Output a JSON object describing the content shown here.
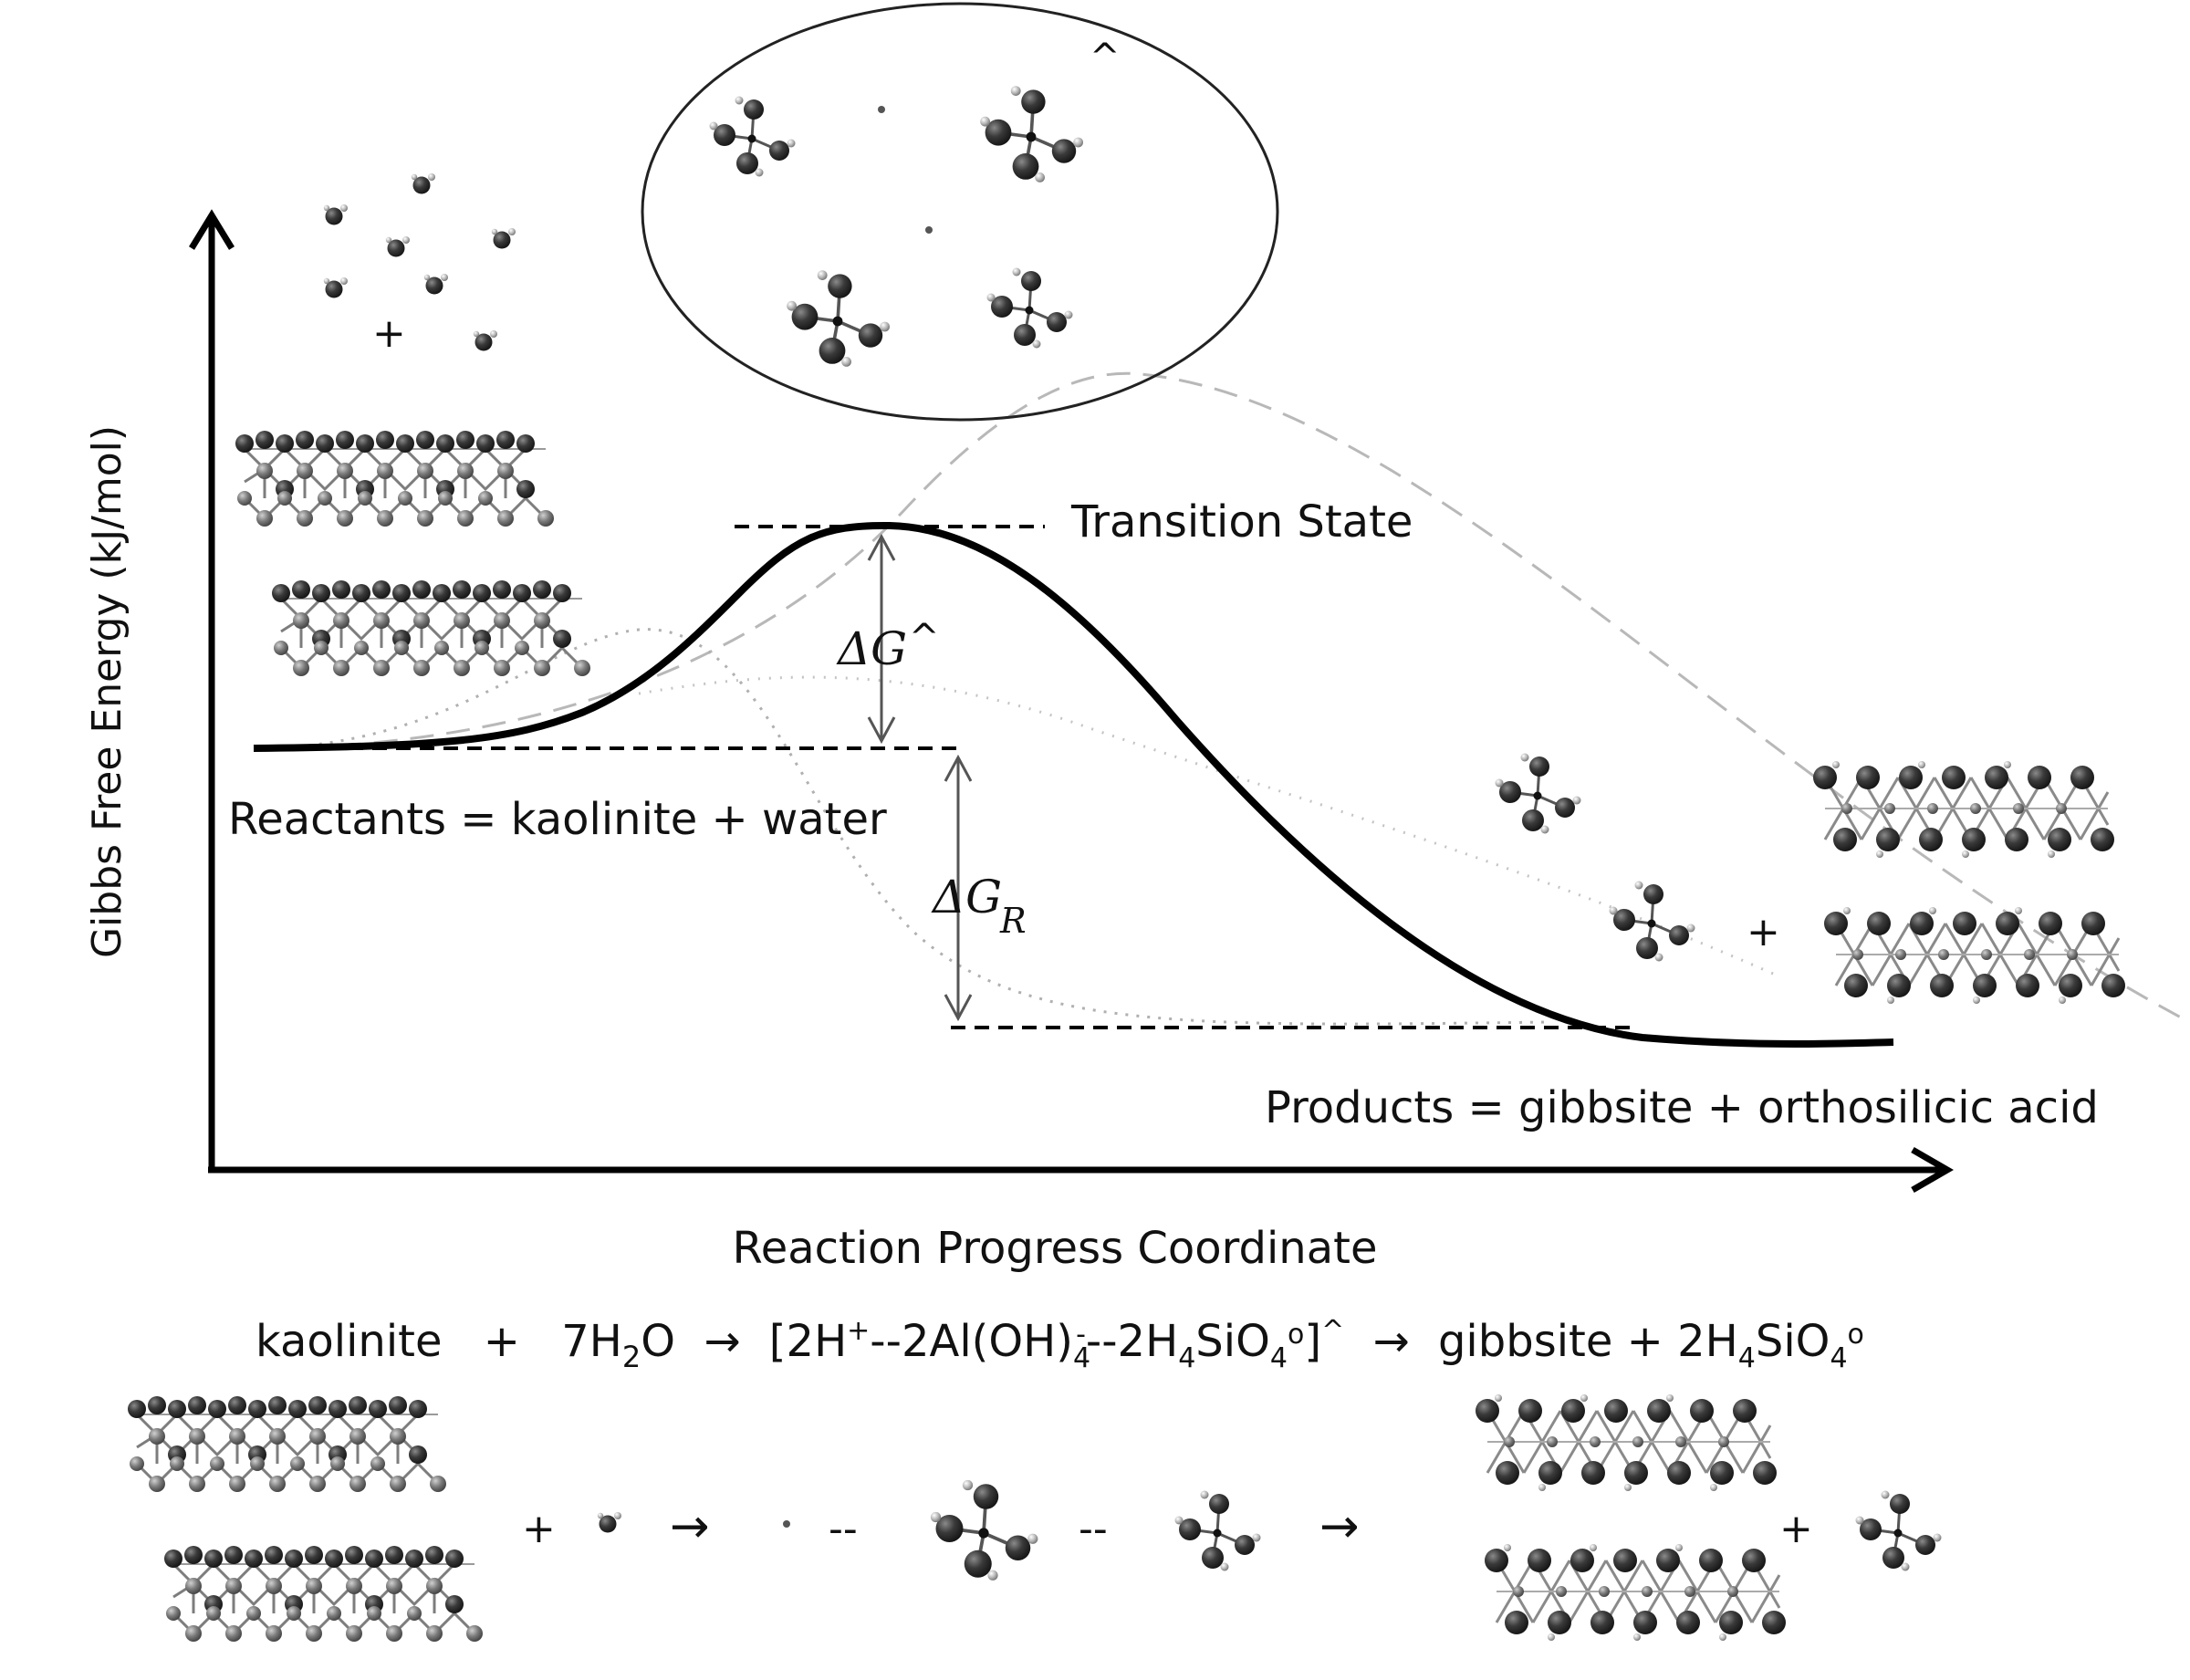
{
  "y_axis_label": "Gibbs Free Energy (kJ/mol)",
  "x_axis_label": "Reaction Progress Coordinate",
  "transition_state_label": "Transition State",
  "activation_energy_label": {
    "symbol": "ΔG",
    "superscript": "^"
  },
  "reaction_energy_label": {
    "symbol": "ΔG",
    "subscript": "R"
  },
  "reactants_label": "Reactants = kaolinite + water",
  "products_label": "Products = gibbsite + orthosilicic acid",
  "cluster_marker": "^",
  "plus_sign": "+",
  "equation": {
    "reactant_1": "kaolinite",
    "plus": "+",
    "reactant_2_coeff": "7H",
    "reactant_2_sub": "2",
    "reactant_2_tail": "O",
    "arrow": "→",
    "activated_complex": [
      "[2H",
      "+",
      "--2Al(OH)",
      "4",
      "-",
      "--2H",
      "4",
      "SiO",
      "4",
      "o",
      "]",
      "^"
    ],
    "product_1": "gibbsite + 2H",
    "product_2_parts": [
      "4",
      "SiO",
      "4",
      "o"
    ]
  },
  "bottom_scheme": {
    "plus": "+",
    "arrow": "→",
    "dash": "--"
  },
  "colors": {
    "curve": "#000000",
    "dashed_curve": "#b8b8b8",
    "dotted_curve": "#b0b0b0",
    "atom_dark": "#2e2e2e",
    "atom_light": "#909090"
  }
}
